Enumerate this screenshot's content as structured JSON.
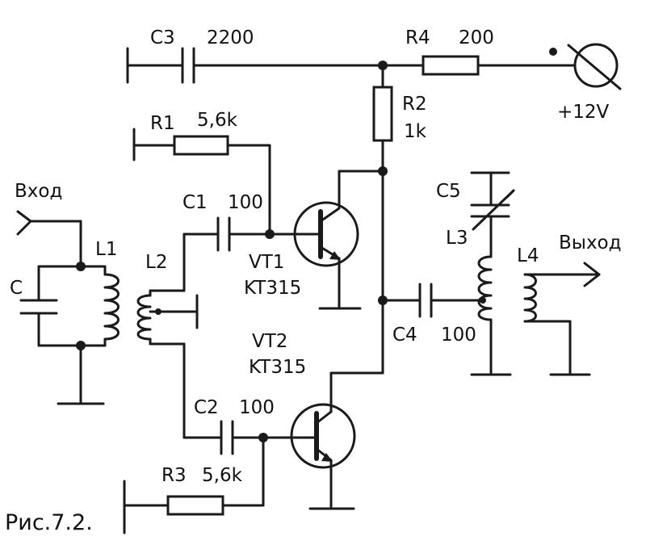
{
  "figure": {
    "caption": "Рис.7.2.",
    "labels": {
      "c3": "C3",
      "c3_value": "2200",
      "r4": "R4",
      "r4_value": "200",
      "supply": "+12V",
      "r2": "R2",
      "r2_value": "1k",
      "r1": "R1",
      "r1_value": "5,6k",
      "input": "Вход",
      "c1": "C1",
      "c1_value": "100",
      "c5": "C5",
      "l3": "L3",
      "l4": "L4",
      "output": "Выход",
      "l1": "L1",
      "l2": "L2",
      "c": "C",
      "vt1": "VT1",
      "vt1_type": "KT315",
      "c4": "C4",
      "c4_value": "100",
      "vt2": "VT2",
      "vt2_type": "KT315",
      "c2": "C2",
      "c2_value": "100",
      "r3": "R3",
      "r3_value": "5,6k"
    }
  }
}
